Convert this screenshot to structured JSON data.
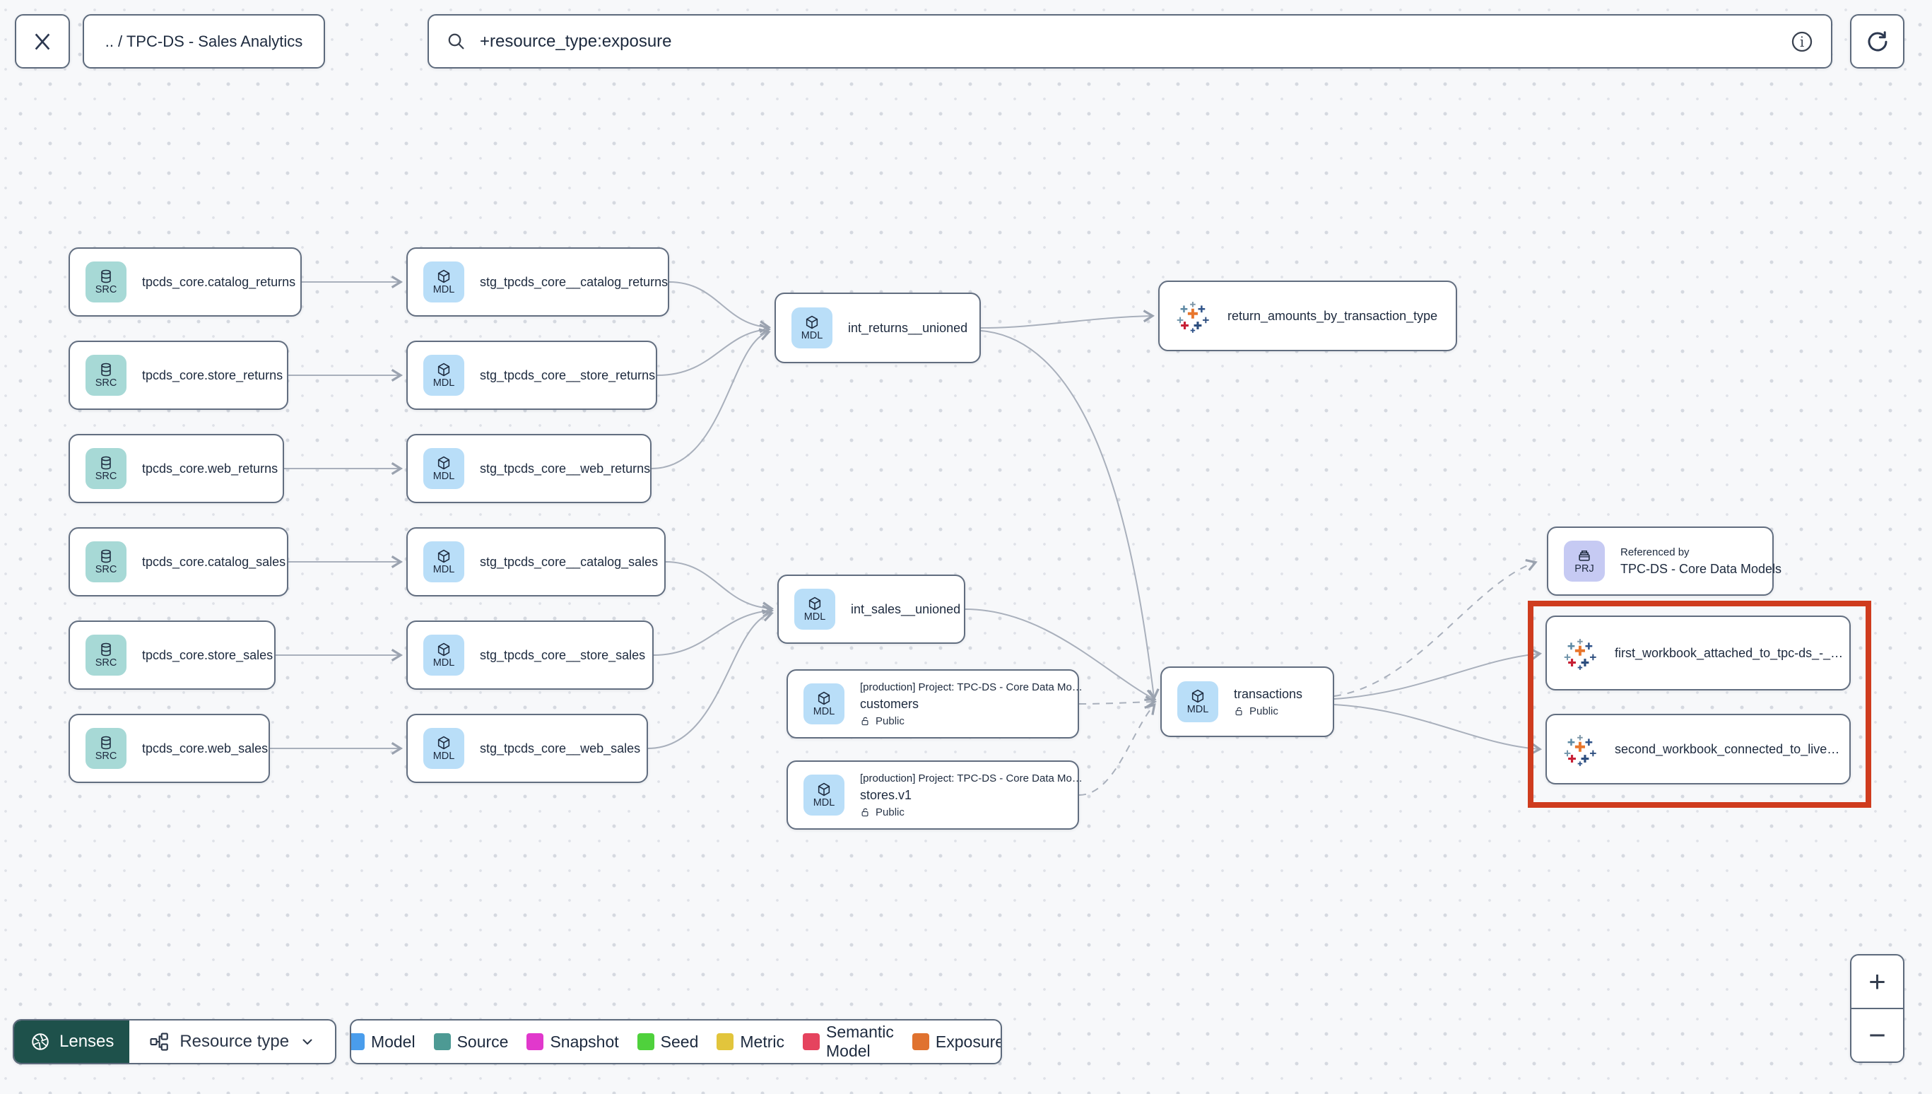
{
  "toolbar": {
    "breadcrumb": ".. / TPC-DS - Sales Analytics",
    "search": {
      "value": "+resource_type:exposure"
    }
  },
  "badges": {
    "source": "SRC",
    "model": "MDL",
    "project": "PRJ"
  },
  "nodes": [
    {
      "badge": "SRC",
      "label": "tpcds_core.catalog_returns"
    },
    {
      "badge": "SRC",
      "label": "tpcds_core.store_returns"
    },
    {
      "badge": "SRC",
      "label": "tpcds_core.web_returns"
    },
    {
      "badge": "SRC",
      "label": "tpcds_core.catalog_sales"
    },
    {
      "badge": "SRC",
      "label": "tpcds_core.store_sales"
    },
    {
      "badge": "SRC",
      "label": "tpcds_core.web_sales"
    },
    {
      "badge": "MDL",
      "label": "stg_tpcds_core__catalog_returns"
    },
    {
      "badge": "MDL",
      "label": "stg_tpcds_core__store_returns"
    },
    {
      "badge": "MDL",
      "label": "stg_tpcds_core__web_returns"
    },
    {
      "badge": "MDL",
      "label": "stg_tpcds_core__catalog_sales"
    },
    {
      "badge": "MDL",
      "label": "stg_tpcds_core__store_sales"
    },
    {
      "badge": "MDL",
      "label": "stg_tpcds_core__web_sales"
    },
    {
      "badge": "MDL",
      "label": "int_returns__unioned"
    },
    {
      "badge": "MDL",
      "label": "int_sales__unioned"
    },
    {
      "badge": "MDL",
      "header": "[production] Project: TPC-DS - Core Data Mo…",
      "label": "customers",
      "visibility": "Public"
    },
    {
      "badge": "MDL",
      "header": "[production] Project: TPC-DS - Core Data Mo…",
      "label": "stores.v1",
      "visibility": "Public"
    },
    {
      "badge": "MDL",
      "label": "transactions",
      "visibility": "Public"
    },
    {
      "badge": "EXPOSURE",
      "label": "return_amounts_by_transaction_type"
    },
    {
      "badge": "PRJ",
      "header": "Referenced by",
      "label": "TPC-DS - Core Data Models"
    },
    {
      "badge": "EXPOSURE",
      "label": "first_workbook_attached_to_tpc-ds_-_…"
    },
    {
      "badge": "EXPOSURE",
      "label": "second_workbook_connected_to_live…"
    }
  ],
  "legend": {
    "lenses_label": "Lenses",
    "resource_type_label": "Resource type",
    "items": [
      {
        "label": "Model",
        "color": "#4a9dec"
      },
      {
        "label": "Source",
        "color": "#4d9a94"
      },
      {
        "label": "Snapshot",
        "color": "#e138cc"
      },
      {
        "label": "Seed",
        "color": "#4fd13c"
      },
      {
        "label": "Metric",
        "color": "#e2c53c"
      },
      {
        "label": "Semantic Model",
        "color": "#e5435e"
      },
      {
        "label": "Exposure",
        "color": "#e0722f"
      }
    ]
  },
  "zoom_controls": {
    "in_label": "+",
    "out_label": "−"
  },
  "colors": {
    "highlight_box": "#cf3c1e",
    "badge_source_bg": "#a7d9d6",
    "badge_model_bg": "#b9def8",
    "badge_project_bg": "#c6caf3",
    "lenses_bg": "#1e514b"
  }
}
